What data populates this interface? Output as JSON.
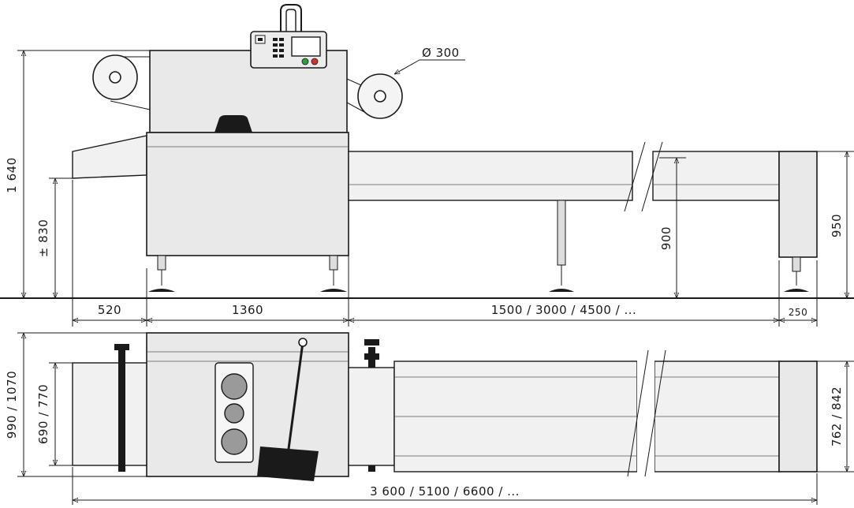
{
  "diagram": {
    "colors": {
      "line": "#1a1a1a",
      "body": "#e9e9e9",
      "light": "#f1f1f1",
      "roll": "#9a9a9a"
    },
    "dimensions": {
      "roll_diameter": "Ø 300",
      "total_height": "1 640",
      "infeed_height": "± 830",
      "belt_height": "900",
      "end_height": "950",
      "infeed_length": "520",
      "machine_length": "1360",
      "conveyor_length": "1500 / 3000 / 4500 / ...",
      "end_length": "250",
      "total_width": "990 / 1070",
      "infeed_width": "690 / 770",
      "belt_width": "762 / 842",
      "total_length": "3 600 / 5100 / 6600 / ..."
    }
  }
}
